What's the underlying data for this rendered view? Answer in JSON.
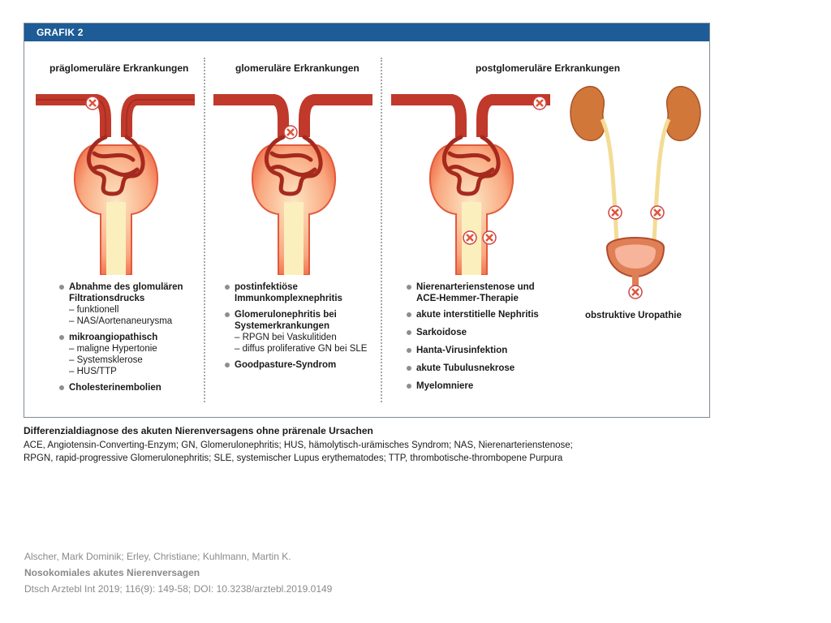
{
  "figure": {
    "label": "GRAFIK 2",
    "header_color": "#1d5c96",
    "columns": [
      {
        "title": "präglomeruläre Erkrankungen",
        "items": [
          {
            "label": "Abnahme des glomulären",
            "label2": "Filtrationsdrucks",
            "subs": [
              "– funktionell",
              "– NAS/Aortenaneurysma"
            ]
          },
          {
            "label": "mikroangiopathisch",
            "label2": "",
            "subs": [
              "– maligne Hypertonie",
              "– Systemsklerose",
              "– HUS/TTP"
            ]
          },
          {
            "label": "Cholesterinembolien",
            "label2": "",
            "subs": []
          }
        ]
      },
      {
        "title": "glomeruläre Erkrankungen",
        "items": [
          {
            "label": "postinfektiöse",
            "label2": "Immunkomplexnephritis",
            "subs": []
          },
          {
            "label": "Glomerulonephritis bei",
            "label2": "Systemerkrankungen",
            "subs": [
              "– RPGN bei Vaskulitiden",
              "– diffus proliferative GN bei SLE"
            ]
          },
          {
            "label": "Goodpasture-Syndrom",
            "label2": "",
            "subs": []
          }
        ]
      },
      {
        "title": "postglomeruläre Erkrankungen",
        "items": [
          {
            "label": "Nierenarterienstenose und",
            "label2": "ACE-Hemmer-Therapie",
            "subs": []
          },
          {
            "label": "akute interstitielle Nephritis",
            "label2": "",
            "subs": []
          },
          {
            "label": "Sarkoidose",
            "label2": "",
            "subs": []
          },
          {
            "label": "Hanta-Virusinfektion",
            "label2": "",
            "subs": []
          },
          {
            "label": "akute Tubulusnekrose",
            "label2": "",
            "subs": []
          },
          {
            "label": "Myelomniere",
            "label2": "",
            "subs": []
          }
        ],
        "extra_label": "obstruktive Uropathie"
      }
    ]
  },
  "caption": {
    "title": "Differenzialdiagnose des akuten Nierenversagens ohne prärenale Ursachen",
    "line1": "ACE, Angiotensin-Converting-Enzym; GN, Glomerulonephritis; HUS, hämolytisch-urämisches Syndrom; NAS, Nierenarterienstenose;",
    "line2": "RPGN, rapid-progressive Glomerulonephritis; SLE, systemischer Lupus erythematodes; TTP, thrombotische-thrombopene Purpura"
  },
  "citation": {
    "authors": "Alscher, Mark Dominik; Erley, Christiane; Kuhlmann, Martin K.",
    "title": "Nosokomiales akutes Nierenversagen",
    "journal": "Dtsch Arztebl Int 2019; 116(9): 149-58; DOI: 10.3238/arztebl.2019.0149"
  },
  "colors": {
    "vessel": "#c0392b",
    "vessel_dark": "#7a1a12",
    "capsule": "#f7a27e",
    "tubule_inner": "#fbe9b0",
    "kidney": "#d2773a",
    "marker": "#e0553a"
  }
}
